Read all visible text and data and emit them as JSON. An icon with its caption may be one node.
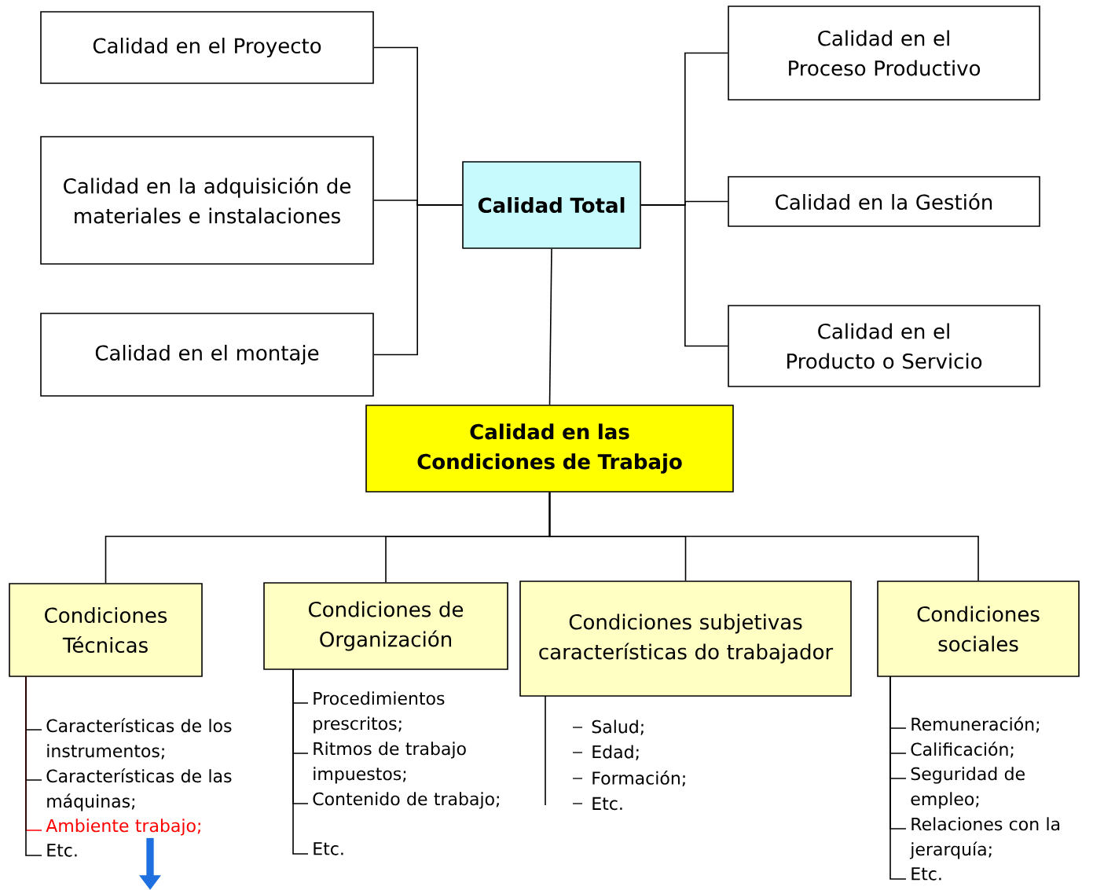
{
  "diagram": {
    "nodes": [
      {
        "text": [
          "Calidad en el Proyecto"
        ]
      },
      {
        "text": [
          "Calidad en la adquisición de materiales e instalaciones"
        ]
      },
      {
        "text": [
          "Calidad en el montaje"
        ]
      },
      {
        "text": [
          "Calidad Total"
        ]
      },
      {
        "text": [
          "Calidad en el Proceso Productivo"
        ]
      },
      {
        "text": [
          "Calidad en la Gestión"
        ]
      },
      {
        "text": [
          "Calidad en el Producto o Servicio"
        ]
      },
      {
        "text": [
          "Calidad en las Condiciones de Trabajo"
        ]
      },
      {
        "text": [
          "Condiciones Técnicas"
        ]
      },
      {
        "text": [
          "Condiciones de Organización"
        ]
      },
      {
        "text": [
          "Condiciones subjetivas características do trabajador"
        ]
      },
      {
        "text": [
          "Condiciones sociales"
        ]
      },
      {
        "text": [
          "Características de los instrumentos;"
        ]
      },
      {
        "text": [
          "Características de las máquinas;"
        ]
      },
      {
        "text": [
          "Ambiente trabajo;"
        ]
      },
      {
        "text": [
          "Etc."
        ]
      },
      {
        "text": [
          "Procedimientos prescritos;"
        ]
      },
      {
        "text": [
          "Ritmos de trabajo impuestos;"
        ]
      },
      {
        "text": [
          "Contenido de trabajo;"
        ]
      },
      {
        "text": [
          "Etc."
        ]
      },
      {
        "text": [
          "Remuneración;"
        ]
      },
      {
        "text": [
          "Calificación;"
        ]
      },
      {
        "text": [
          "Seguridad de empleo;"
        ]
      },
      {
        "text": [
          "Relaciones con la jerarquía;"
        ]
      },
      {
        "text": [
          "Etc."
        ]
      }
    ],
    "edges": [
      {
        "from": 3,
        "to": 0,
        "arrow": "none"
      },
      {
        "from": 3,
        "to": 1,
        "arrow": "none"
      },
      {
        "from": 3,
        "to": 2,
        "arrow": "none"
      },
      {
        "from": 3,
        "to": 4,
        "arrow": "none"
      },
      {
        "from": 3,
        "to": 5,
        "arrow": "none"
      },
      {
        "from": 3,
        "to": 6,
        "arrow": "none"
      },
      {
        "from": 3,
        "to": 7,
        "arrow": "none"
      },
      {
        "from": 7,
        "to": 8,
        "arrow": "none"
      },
      {
        "from": 7,
        "to": 9,
        "arrow": "none"
      },
      {
        "from": 7,
        "to": 10,
        "arrow": "none"
      },
      {
        "from": 7,
        "to": 11,
        "arrow": "none"
      },
      {
        "from": 8,
        "to": 12,
        "arrow": "none"
      },
      {
        "from": 8,
        "to": 13,
        "arrow": "none"
      },
      {
        "from": 8,
        "to": 14,
        "arrow": "none",
        "color": "#ff0000"
      },
      {
        "from": 8,
        "to": 15,
        "arrow": "none"
      },
      {
        "from": 9,
        "to": 16,
        "arrow": "none"
      },
      {
        "from": 9,
        "to": 17,
        "arrow": "none"
      },
      {
        "from": 9,
        "to": 18,
        "arrow": "none"
      },
      {
        "from": 9,
        "to": 19,
        "arrow": "none"
      },
      {
        "from": 11,
        "to": 20,
        "arrow": "none"
      },
      {
        "from": 11,
        "to": 21,
        "arrow": "none"
      },
      {
        "from": 11,
        "to": 22,
        "arrow": "none"
      },
      {
        "from": 11,
        "to": 23,
        "arrow": "none"
      },
      {
        "from": 11,
        "to": 24,
        "arrow": "none"
      },
      {
        "from": 10,
        "to": null,
        "arrow": "none"
      },
      {
        "from": 14,
        "to": null,
        "arrow": "to",
        "style": "thick",
        "color": "#1e6fe0"
      }
    ],
    "labels": [
      "Salud;",
      "Edad;",
      "Formación;",
      "Etc."
    ]
  }
}
